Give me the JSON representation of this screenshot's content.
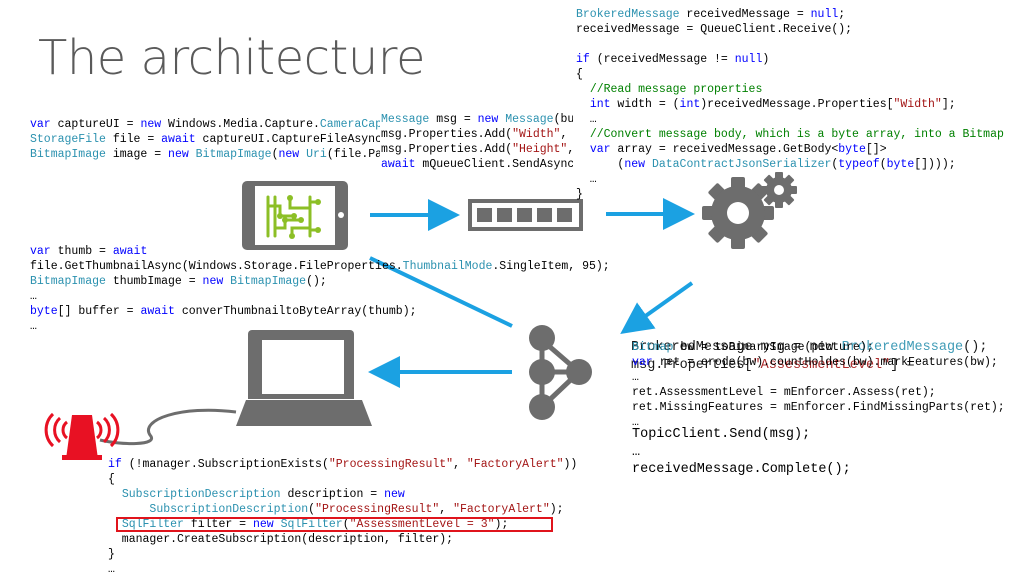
{
  "slide": {
    "title": "The architecture"
  },
  "colors": {
    "arrow": "#1ba1e2",
    "device": "#6d6d6d",
    "chip": "#8cbf26",
    "alarm": "#e81123"
  },
  "icons": {
    "tablet": "tablet-with-circuit-icon",
    "queue": "message-queue-icon",
    "processing": "gears-icon",
    "topic": "topic-fanout-icon",
    "laptop": "laptop-icon",
    "alarm": "alarm-siren-icon"
  },
  "code_blocks": {
    "capture": [
      [
        {
          "t": "var",
          "c": "kw"
        },
        {
          "t": " captureUI = "
        },
        {
          "t": "new",
          "c": "kw"
        },
        {
          "t": " Windows.Media.Capture."
        },
        {
          "t": "CameraCaptureUI",
          "c": "ty"
        },
        {
          "t": "();"
        }
      ],
      [
        {
          "t": "StorageFile",
          "c": "ty"
        },
        {
          "t": " file = "
        },
        {
          "t": "await",
          "c": "kw"
        },
        {
          "t": " captureUI.CaptureFileAsync(CameraCaptureUIMode.Photo);"
        }
      ],
      [
        {
          "t": "BitmapImage",
          "c": "ty"
        },
        {
          "t": " image = "
        },
        {
          "t": "new",
          "c": "kw"
        },
        {
          "t": " "
        },
        {
          "t": "BitmapImage",
          "c": "ty"
        },
        {
          "t": "("
        },
        {
          "t": "new",
          "c": "kw"
        },
        {
          "t": " "
        },
        {
          "t": "Uri",
          "c": "ty"
        },
        {
          "t": "(file.Path));"
        }
      ]
    ],
    "send": [
      [
        {
          "t": "Message",
          "c": "ty"
        },
        {
          "t": " msg = "
        },
        {
          "t": "new",
          "c": "kw"
        },
        {
          "t": " "
        },
        {
          "t": "Message",
          "c": "ty"
        },
        {
          "t": "(buffer);"
        }
      ],
      [
        {
          "t": "msg.Properties.Add("
        },
        {
          "t": "\"Width\"",
          "c": "str"
        },
        {
          "t": ", image.PixelWidth);"
        }
      ],
      [
        {
          "t": "msg.Properties.Add("
        },
        {
          "t": "\"Height\"",
          "c": "str"
        },
        {
          "t": ", image.PixelHeight);"
        }
      ],
      [
        {
          "t": "await",
          "c": "kw"
        },
        {
          "t": " mQueueClient.SendAsync(msg);"
        }
      ]
    ],
    "receive": [
      [
        {
          "t": "BrokeredMessage",
          "c": "ty"
        },
        {
          "t": " receivedMessage = "
        },
        {
          "t": "null",
          "c": "kw"
        },
        {
          "t": ";"
        }
      ],
      [
        {
          "t": "receivedMessage = QueueClient.Receive();"
        }
      ],
      [
        {
          "t": ""
        }
      ],
      [
        {
          "t": "if",
          "c": "kw"
        },
        {
          "t": " (receivedMessage != "
        },
        {
          "t": "null",
          "c": "kw"
        },
        {
          "t": ")"
        }
      ],
      [
        {
          "t": "{"
        }
      ],
      [
        {
          "t": "  "
        },
        {
          "t": "//Read message properties",
          "c": "cm"
        }
      ],
      [
        {
          "t": "  "
        },
        {
          "t": "int",
          "c": "kw"
        },
        {
          "t": " width = ("
        },
        {
          "t": "int",
          "c": "kw"
        },
        {
          "t": ")receivedMessage.Properties["
        },
        {
          "t": "\"Width\"",
          "c": "str"
        },
        {
          "t": "];"
        }
      ],
      [
        {
          "t": "  …"
        }
      ],
      [
        {
          "t": "  "
        },
        {
          "t": "//Convert message body, which is a byte array, into a Bitmap",
          "c": "cm"
        }
      ],
      [
        {
          "t": "  "
        },
        {
          "t": "var",
          "c": "kw"
        },
        {
          "t": " array = receivedMessage.GetBody<"
        },
        {
          "t": "byte",
          "c": "kw"
        },
        {
          "t": "[]>"
        }
      ],
      [
        {
          "t": "      ("
        },
        {
          "t": "new",
          "c": "kw"
        },
        {
          "t": " "
        },
        {
          "t": "DataContractJsonSerializer",
          "c": "ty"
        },
        {
          "t": "("
        },
        {
          "t": "typeof",
          "c": "kw"
        },
        {
          "t": "("
        },
        {
          "t": "byte",
          "c": "kw"
        },
        {
          "t": "[])));"
        }
      ],
      [
        {
          "t": "  …"
        }
      ],
      [
        {
          "t": "}"
        }
      ]
    ],
    "thumb": [
      [
        {
          "t": "var",
          "c": "kw"
        },
        {
          "t": " thumb = "
        },
        {
          "t": "await",
          "c": "kw"
        }
      ],
      [
        {
          "t": "file.GetThumbnailAsync(Windows.Storage.FileProperties."
        },
        {
          "t": "ThumbnailMode",
          "c": "ty"
        },
        {
          "t": ".SingleItem, 95);"
        }
      ],
      [
        {
          "t": "BitmapImage",
          "c": "ty"
        },
        {
          "t": " thumbImage = "
        },
        {
          "t": "new",
          "c": "kw"
        },
        {
          "t": " "
        },
        {
          "t": "BitmapImage",
          "c": "ty"
        },
        {
          "t": "();"
        }
      ],
      [
        {
          "t": "…"
        }
      ],
      [
        {
          "t": "byte",
          "c": "kw"
        },
        {
          "t": "[] buffer = "
        },
        {
          "t": "await",
          "c": "kw"
        },
        {
          "t": " converThumbnailtoByteArray(thumb);"
        }
      ],
      [
        {
          "t": "…"
        }
      ]
    ],
    "assess_back": [
      [
        {
          "t": "BrokeredMessage msg = new "
        },
        {
          "t": "BrokeredMessage",
          "c": "ty"
        },
        {
          "t": "();"
        }
      ],
      [
        {
          "t": "msg.Properties["
        },
        {
          "t": "\"AssessmentLevel\"",
          "c": "str"
        },
        {
          "t": "] ="
        }
      ]
    ],
    "assess": [
      [
        {
          "t": "Bitmap",
          "c": "ty"
        },
        {
          "t": " bw = toBinaryImage(picture);"
        }
      ],
      [
        {
          "t": "var",
          "c": "kw"
        },
        {
          "t": " ret = erode(bw).countHoldes(bw).markFeatures(bw);"
        }
      ],
      [
        {
          "t": "…"
        }
      ],
      [
        {
          "t": "ret.AssessmentLevel = mEnforcer.Assess(ret);"
        }
      ],
      [
        {
          "t": "ret.MissingFeatures = mEnforcer.FindMissingParts(ret);"
        }
      ],
      [
        {
          "t": "…"
        }
      ]
    ],
    "topic_send": [
      [
        {
          "t": "TopicClient.Send(msg);"
        }
      ],
      [
        {
          "t": "…"
        }
      ],
      [
        {
          "t": "receivedMessage.Complete();"
        }
      ]
    ],
    "subscribe": [
      [
        {
          "t": "if",
          "c": "kw"
        },
        {
          "t": " (!manager.SubscriptionExists("
        },
        {
          "t": "\"ProcessingResult\"",
          "c": "str"
        },
        {
          "t": ", "
        },
        {
          "t": "\"FactoryAlert\"",
          "c": "str"
        },
        {
          "t": "))"
        }
      ],
      [
        {
          "t": "{"
        }
      ],
      [
        {
          "t": "  "
        },
        {
          "t": "SubscriptionDescription",
          "c": "ty"
        },
        {
          "t": " description = "
        },
        {
          "t": "new",
          "c": "kw"
        }
      ],
      [
        {
          "t": "      "
        },
        {
          "t": "SubscriptionDescription",
          "c": "ty"
        },
        {
          "t": "("
        },
        {
          "t": "\"ProcessingResult\"",
          "c": "str"
        },
        {
          "t": ", "
        },
        {
          "t": "\"FactoryAlert\"",
          "c": "str"
        },
        {
          "t": ");"
        }
      ],
      [
        {
          "t": "  "
        },
        {
          "t": "SqlFilter",
          "c": "ty"
        },
        {
          "t": " filter = "
        },
        {
          "t": "new",
          "c": "kw"
        },
        {
          "t": " "
        },
        {
          "t": "SqlFilter",
          "c": "ty"
        },
        {
          "t": "("
        },
        {
          "t": "\"AssessmentLevel = 3\"",
          "c": "str"
        },
        {
          "t": ");"
        }
      ],
      [
        {
          "t": "  manager.CreateSubscription(description, filter);"
        }
      ],
      [
        {
          "t": "}"
        }
      ],
      [
        {
          "t": "…"
        }
      ]
    ]
  }
}
